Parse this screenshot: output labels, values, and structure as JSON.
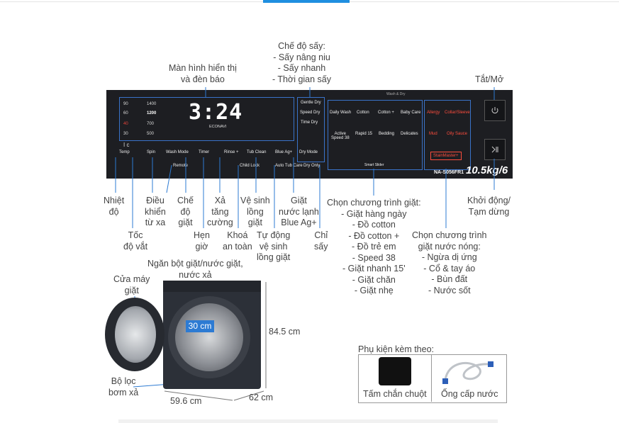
{
  "labels": {
    "display": "Màn hình hiển thị\nvà đèn báo",
    "dry_modes": "Chế độ sấy:\n- Sấy nâng niu\n- Sấy nhanh\n- Thời gian sấy",
    "power": "Tắt/Mở",
    "temp": "Nhiệt\nđộ",
    "remote": "Điều\nkhiển\ntừ xa",
    "wash_mode": "Chế\nđộ\ngiặt",
    "rinse": "Xả\ntăng\ncường",
    "tub_clean": "Vệ sinh\nlồng\ngiặt",
    "blue_ag": "Giặt\nnước lạnh\nBlue Ag+",
    "spin": "Tốc\nđộ vắt",
    "timer": "Hẹn\ngiờ",
    "child_lock": "Khoá\nan toàn",
    "auto_tub": "Tự động\nvệ sinh\nlồng giặt",
    "dry_only": "Chỉ\nsấy",
    "start": "Khởi động/\nTạm dừng",
    "programs": "Chọn chương trình giặt:\n- Giặt hàng ngày\n- Đồ cotton\n- Đồ cotton +\n- Đồ trẻ em\n- Speed 38\n- Giặt nhanh 15'\n- Giặt chăn\n- Giặt nhẹ",
    "hot_programs": "Chọn chương trình\ngiặt nước nóng:\n- Ngừa dị ứng\n- Cổ & tay áo\n- Bùn đất\n- Nước sốt",
    "detergent": "Ngăn bột giặt/nước giặt,\nnước xả",
    "door": "Cửa máy\ngiặt",
    "filter": "Bộ lọc\nbơm xả"
  },
  "dimensions": {
    "door": "30 cm",
    "height": "84.5 cm",
    "width": "59.6 cm",
    "depth": "62 cm"
  },
  "accessories": {
    "title": "Phụ kiện kèm theo:",
    "items": [
      "Tấm chắn chuột",
      "Ống cấp nước"
    ]
  },
  "panel": {
    "temps": [
      "90",
      "60",
      "40",
      "30",
      "I c"
    ],
    "spins": [
      "1400",
      "1200",
      "700",
      "500"
    ],
    "time": "3:24",
    "econavi": "ECONAVI",
    "buttons": [
      "Temp",
      "Spin",
      "Wash Mode",
      "Timer",
      "Rinse +",
      "Tub Clean",
      "Blue Ag+"
    ],
    "remote": "Remote",
    "child_lock": "Child Lock",
    "auto_tub": "Auto Tub Care",
    "dry_only": "Dry Only",
    "dry": [
      "Gentle Dry",
      "Speed Dry",
      "Time Dry",
      "Dry Mode"
    ],
    "wash_and_dry": "Wash & Dry",
    "programs": [
      "Daily Wash",
      "Cotton",
      "Cotton +",
      "Baby Care",
      "Active\nSpeed 38",
      "Rapid 15",
      "Bedding",
      "Delicates"
    ],
    "smart_slider": "Smart Slider",
    "hot": [
      "Allergy",
      "Collar/Sleeve",
      "Mud",
      "Oily Sauce"
    ],
    "start_master": "StainMaster+",
    "model": "NA-S056FR1",
    "capacity": "10.5kg/6"
  },
  "colors": {
    "accent": "#2d7bd3",
    "box": "#3a73c9",
    "panel": "#1d1e22",
    "hot": "#ff4d3d"
  }
}
